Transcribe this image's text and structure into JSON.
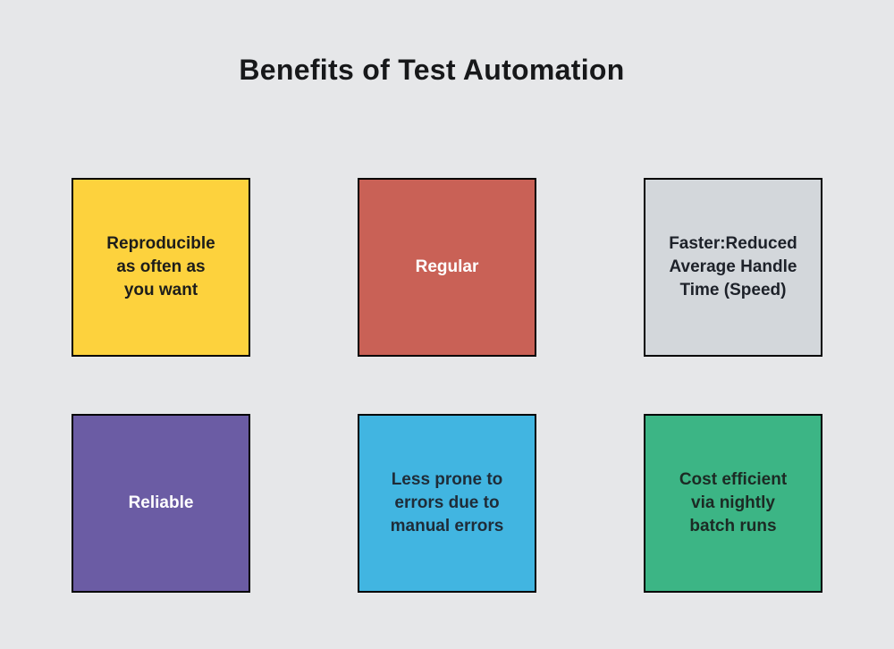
{
  "title": "Benefits of Test Automation",
  "colors": {
    "background": "#e6e7e9",
    "card_border": "#000000",
    "title_text": "#17181a"
  },
  "cards": [
    {
      "id": "reproducible",
      "label": "Reproducible\nas often as\nyou want",
      "bg": "#fdd23d",
      "fg": "#1d1d1b"
    },
    {
      "id": "regular",
      "label": "Regular",
      "bg": "#c96156",
      "fg": "#ffffff"
    },
    {
      "id": "faster",
      "label": "Faster:Reduced\nAverage Handle\nTime (Speed)",
      "bg": "#d3d7db",
      "fg": "#1d2129"
    },
    {
      "id": "reliable",
      "label": "Reliable",
      "bg": "#6b5ca4",
      "fg": "#ffffff"
    },
    {
      "id": "less-prone",
      "label": "Less prone to\nerrors due to\nmanual errors",
      "bg": "#41b5e1",
      "fg": "#1f2c38"
    },
    {
      "id": "cost-efficient",
      "label": "Cost efficient\nvia nightly\nbatch runs",
      "bg": "#3cb585",
      "fg": "#1c2a24"
    }
  ]
}
